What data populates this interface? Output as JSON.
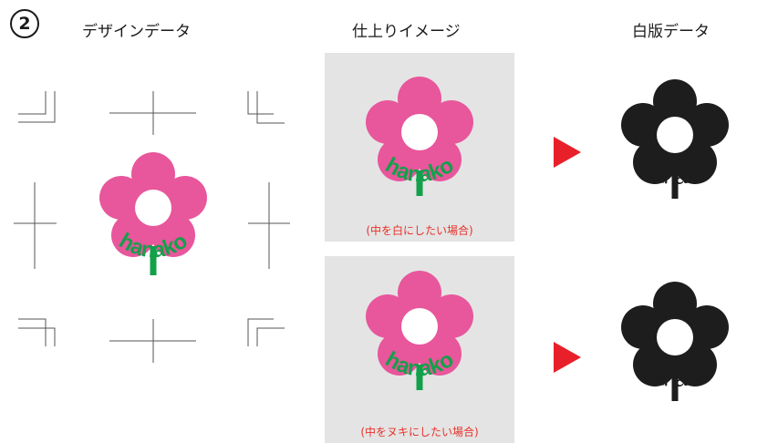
{
  "step_number": "2",
  "headings": {
    "design": "デザインデータ",
    "finish": "仕上りイメージ",
    "white_plate": "白版データ"
  },
  "logo_text": "hanako",
  "captions": {
    "white_center": "(中を白にしたい場合)",
    "knockout_center": "(中をヌキにしたい場合)"
  },
  "colors": {
    "flower_pink": "#e8569b",
    "stem_green": "#13a04a",
    "plate_black": "#1d1d1d",
    "arrow_red": "#e8202a",
    "caption_red": "#e8322a",
    "panel_gray": "#e4e4e4"
  }
}
